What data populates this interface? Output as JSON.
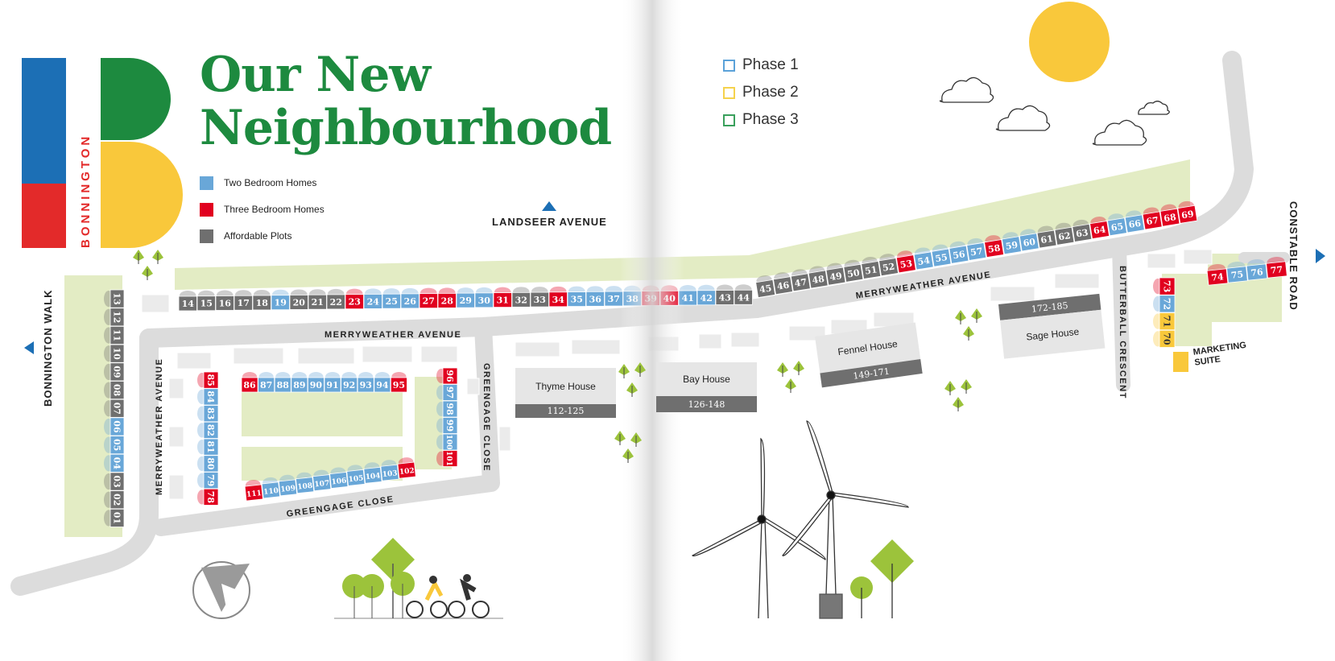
{
  "title_lines": [
    "Our New",
    "Neighbourhood"
  ],
  "brand_text": "BONNINGTON",
  "colors": {
    "green": "#1d8a3f",
    "yellow": "#f9c83b",
    "two_bed": "#69a7d8",
    "three_bed": "#e1001f",
    "affordable": "#6f6f6f",
    "road": "#dcdcdc",
    "grass": "#e3ecc4",
    "phase1": "#5ba2d9",
    "phase2": "#f5d24d",
    "phase3": "#3aa05c"
  },
  "legend": [
    {
      "label": "Two Bedroom Homes",
      "type": "two_bed"
    },
    {
      "label": "Three Bedroom Homes",
      "type": "three_bed"
    },
    {
      "label": "Affordable Plots",
      "type": "affordable"
    }
  ],
  "phases": [
    {
      "label": "Phase 1",
      "color": "phase1"
    },
    {
      "label": "Phase 2",
      "color": "phase2"
    },
    {
      "label": "Phase 3",
      "color": "phase3"
    }
  ],
  "roads": {
    "landseer": "LANDSEER AVENUE",
    "constable": "CONSTABLE ROAD",
    "bonnington_walk": "BONNINGTON WALK",
    "merryweather": "MERRYWEATHER AVENUE",
    "greengage": "GREENGAGE CLOSE",
    "butterball": "BUTTERBALL CRESCENT"
  },
  "buildings": [
    {
      "name": "Thyme House",
      "units": "112-125"
    },
    {
      "name": "Bay House",
      "units": "126-148"
    },
    {
      "name": "Fennel House",
      "units": "149-171"
    },
    {
      "name": "Sage House",
      "units": "172-185"
    }
  ],
  "marketing_suite": "MARKETING SUITE",
  "plots": {
    "top_west": [
      [
        "14",
        "a"
      ],
      [
        "15",
        "a"
      ],
      [
        "16",
        "a"
      ],
      [
        "17",
        "a"
      ],
      [
        "18",
        "a"
      ],
      [
        "19",
        "t"
      ],
      [
        "20",
        "a"
      ],
      [
        "21",
        "a"
      ],
      [
        "22",
        "a"
      ],
      [
        "23",
        "r"
      ],
      [
        "24",
        "t"
      ],
      [
        "25",
        "t"
      ],
      [
        "26",
        "t"
      ],
      [
        "27",
        "r"
      ],
      [
        "28",
        "r"
      ],
      [
        "29",
        "t"
      ],
      [
        "30",
        "t"
      ],
      [
        "31",
        "r"
      ],
      [
        "32",
        "a"
      ],
      [
        "33",
        "a"
      ],
      [
        "34",
        "r"
      ],
      [
        "35",
        "t"
      ],
      [
        "36",
        "t"
      ],
      [
        "37",
        "t"
      ],
      [
        "38",
        "t"
      ],
      [
        "39",
        "r"
      ],
      [
        "40",
        "r"
      ],
      [
        "41",
        "t"
      ],
      [
        "42",
        "t"
      ],
      [
        "43",
        "a"
      ],
      [
        "44",
        "a"
      ]
    ],
    "top_east": [
      [
        "45",
        "a"
      ],
      [
        "46",
        "a"
      ],
      [
        "47",
        "a"
      ],
      [
        "48",
        "a"
      ],
      [
        "49",
        "a"
      ],
      [
        "50",
        "a"
      ],
      [
        "51",
        "a"
      ],
      [
        "52",
        "a"
      ],
      [
        "53",
        "r"
      ],
      [
        "54",
        "t"
      ],
      [
        "55",
        "t"
      ],
      [
        "56",
        "t"
      ],
      [
        "57",
        "t"
      ],
      [
        "58",
        "r"
      ],
      [
        "59",
        "t"
      ],
      [
        "60",
        "t"
      ],
      [
        "61",
        "a"
      ],
      [
        "62",
        "a"
      ],
      [
        "63",
        "a"
      ],
      [
        "64",
        "r"
      ],
      [
        "65",
        "t"
      ],
      [
        "66",
        "t"
      ],
      [
        "67",
        "r"
      ],
      [
        "68",
        "r"
      ],
      [
        "69",
        "r"
      ]
    ],
    "walk_column": [
      [
        "13",
        "a"
      ],
      [
        "12",
        "a"
      ],
      [
        "11",
        "a"
      ],
      [
        "10",
        "a"
      ],
      [
        "09",
        "a"
      ],
      [
        "08",
        "a"
      ],
      [
        "07",
        "a"
      ],
      [
        "06",
        "t"
      ],
      [
        "05",
        "t"
      ],
      [
        "04",
        "t"
      ],
      [
        "03",
        "a"
      ],
      [
        "02",
        "a"
      ],
      [
        "01",
        "a"
      ]
    ],
    "inner_left": [
      [
        "85",
        "r"
      ],
      [
        "84",
        "t"
      ],
      [
        "83",
        "t"
      ],
      [
        "82",
        "t"
      ],
      [
        "81",
        "t"
      ],
      [
        "80",
        "t"
      ],
      [
        "79",
        "t"
      ],
      [
        "78",
        "r"
      ]
    ],
    "inner_top": [
      [
        "86",
        "r"
      ],
      [
        "87",
        "t"
      ],
      [
        "88",
        "t"
      ],
      [
        "89",
        "t"
      ],
      [
        "90",
        "t"
      ],
      [
        "91",
        "t"
      ],
      [
        "92",
        "t"
      ],
      [
        "93",
        "t"
      ],
      [
        "94",
        "t"
      ],
      [
        "95",
        "r"
      ]
    ],
    "inner_right": [
      [
        "96",
        "r"
      ],
      [
        "97",
        "t"
      ],
      [
        "98",
        "t"
      ],
      [
        "99",
        "t"
      ],
      [
        "100",
        "t"
      ],
      [
        "101",
        "r"
      ]
    ],
    "inner_bottom": [
      [
        "111",
        "r"
      ],
      [
        "110",
        "t"
      ],
      [
        "109",
        "t"
      ],
      [
        "108",
        "t"
      ],
      [
        "107",
        "t"
      ],
      [
        "106",
        "t"
      ],
      [
        "105",
        "t"
      ],
      [
        "104",
        "t"
      ],
      [
        "103",
        "t"
      ],
      [
        "102",
        "r"
      ]
    ],
    "butterball_column": [
      [
        "73",
        "r"
      ],
      [
        "72",
        "t"
      ],
      [
        "71",
        "y"
      ],
      [
        "70",
        "y"
      ]
    ],
    "constable_row": [
      [
        "74",
        "r"
      ],
      [
        "75",
        "t"
      ],
      [
        "76",
        "t"
      ],
      [
        "77",
        "r"
      ]
    ]
  }
}
